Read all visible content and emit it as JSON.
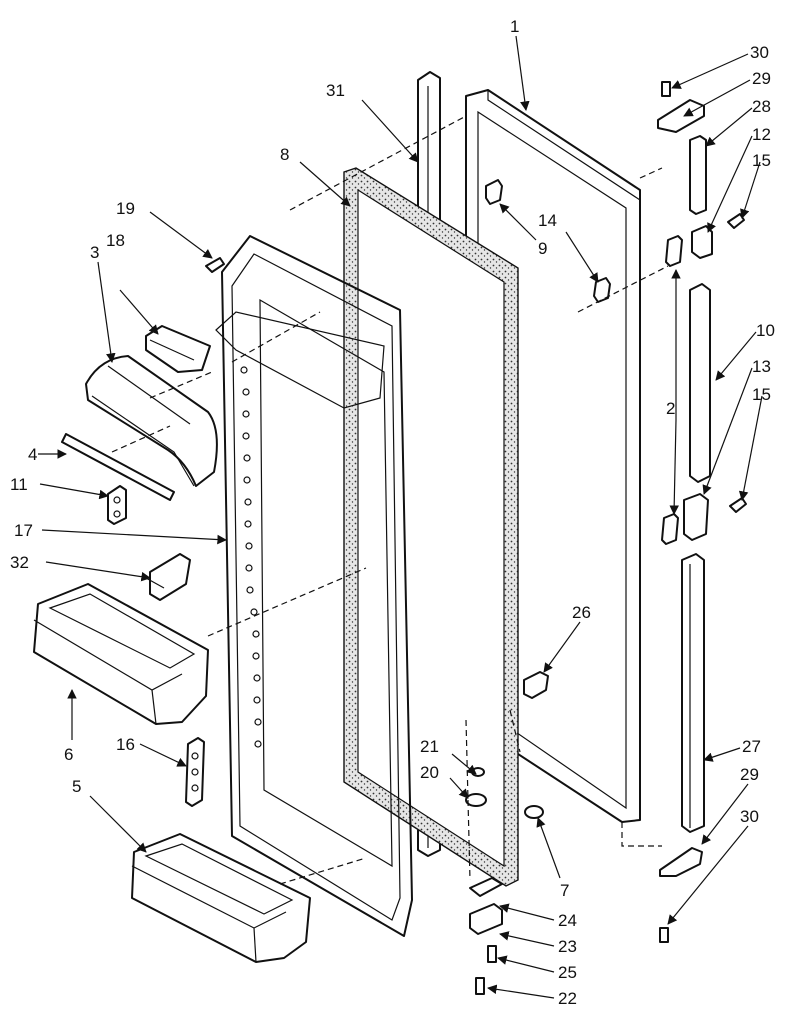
{
  "diagram": {
    "labels": {
      "p1": "1",
      "p2": "2",
      "p3": "3",
      "p4": "4",
      "p5": "5",
      "p6": "6",
      "p7": "7",
      "p8": "8",
      "p9": "9",
      "p10": "10",
      "p11": "11",
      "p12": "12",
      "p13": "13",
      "p14": "14",
      "p15a": "15",
      "p15b": "15",
      "p16": "16",
      "p17": "17",
      "p18": "18",
      "p19": "19",
      "p20": "20",
      "p21": "21",
      "p22": "22",
      "p23": "23",
      "p24": "24",
      "p25": "25",
      "p26": "26",
      "p27": "27",
      "p28": "28",
      "p29a": "29",
      "p29b": "29",
      "p30a": "30",
      "p30b": "30",
      "p31": "31",
      "p32": "32"
    }
  }
}
